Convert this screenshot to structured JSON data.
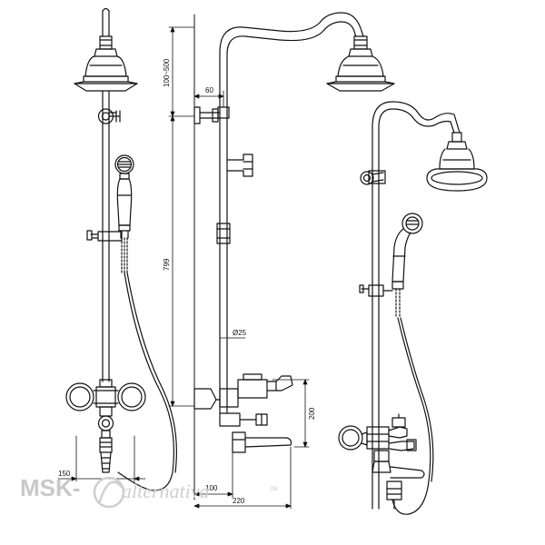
{
  "dimensions": {
    "d_100_500": "100~500",
    "d_60": "60",
    "d_799": "799",
    "d_25": "Ø25",
    "d_200": "200",
    "d_150": "150",
    "d_100": "100",
    "d_220": "220"
  },
  "watermark": {
    "brand": "MSK-",
    "script": "alternativa",
    "tld": ".ru"
  },
  "colors": {
    "line": "#111111",
    "watermark": "#c9c9c9"
  }
}
